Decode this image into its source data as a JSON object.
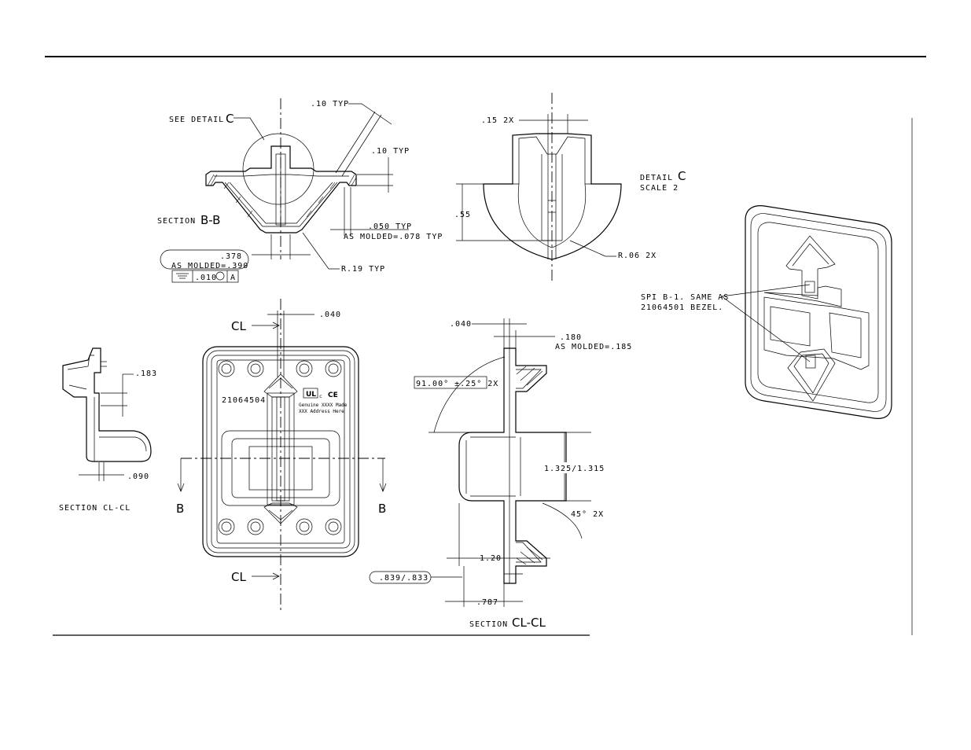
{
  "section_bb": {
    "see_detail_prefix": "SEE DETAIL",
    "see_detail_letter": "C",
    "dim_10_typ_top": ".10 TYP",
    "dim_10_typ_side": ".10 TYP",
    "dim_050_typ": ".050 TYP",
    "dim_as_molded_078": "AS MOLDED=.078 TYP",
    "title_prefix": "SECTION",
    "title_letters": "B-B",
    "dim_378": ".378",
    "dim_as_molded_390": "AS MOLDED=.390",
    "r19": "R.19 TYP",
    "gdt_value": ".010",
    "gdt_datum": "A"
  },
  "detail_c": {
    "dim_15_2x": ".15 2X",
    "dim_55": ".55",
    "r06": "R.06 2X",
    "title_prefix": "DETAIL",
    "title_letter": "C",
    "scale": "SCALE 2"
  },
  "front_view": {
    "cl_top": "CL",
    "cl_bottom": "CL",
    "dim_040": ".040",
    "part_number": "21064504",
    "mark_ul": "c",
    "mark_ce": "CE",
    "mark_line1": "Genuine XXXX Made",
    "mark_line2": "XXX Address Here",
    "b_left": "B",
    "b_right": "B"
  },
  "section_cl_left": {
    "dim_183": ".183",
    "dim_090": ".090",
    "title": "SECTION CL-CL"
  },
  "section_cl_right": {
    "dim_040": ".040",
    "dim_180": ".180",
    "dim_as_molded_185": "AS MOLDED=.185",
    "angle": "91.00° ±.25° 2X",
    "dim_1325": "1.325/1.315",
    "angle_45": "45° 2X",
    "dim_120": "1.20",
    "dim_839": ".839/.833",
    "dim_787": ".787",
    "title_prefix": "SECTION",
    "title_letters": "CL-CL"
  },
  "iso_view": {
    "note_line1": "SPI B-1. SAME AS",
    "note_line2": "21064501 BEZEL."
  }
}
